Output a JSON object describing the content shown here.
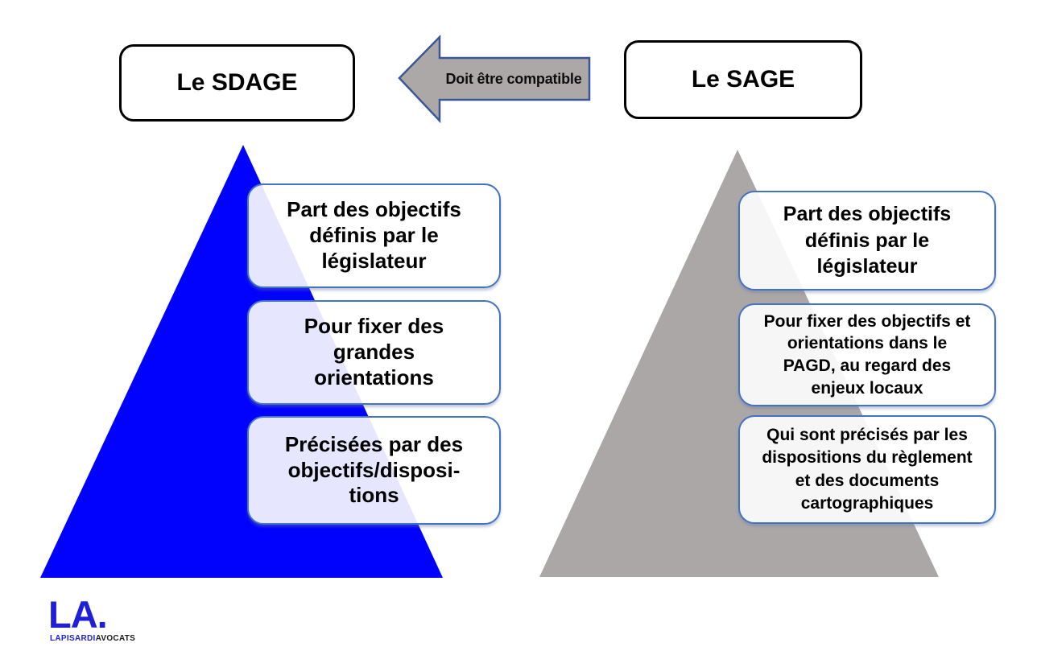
{
  "titles": {
    "left": "Le SDAGE",
    "right": "Le SAGE"
  },
  "arrow": {
    "label": "Doit être compatible",
    "direction": "left",
    "fill_color": "#ACA8A8",
    "border_color": "#3A5795"
  },
  "left_pyramid": {
    "name": "SDAGE",
    "color": "#0101FE",
    "boxes": [
      {
        "lines": [
          "Part des objectifs",
          "définis par le",
          "législateur"
        ]
      },
      {
        "lines": [
          "Pour fixer des",
          "grandes",
          "orientations"
        ]
      },
      {
        "lines": [
          "Précisées par des",
          "objectifs/disposi-",
          "tions"
        ]
      }
    ]
  },
  "right_pyramid": {
    "name": "SAGE",
    "color": "#ABA7A7",
    "boxes": [
      {
        "lines": [
          "Part des objectifs",
          "définis par le",
          "législateur"
        ]
      },
      {
        "lines": [
          "Pour fixer des objectifs et",
          "orientations dans le",
          "PAGD, au regard des",
          "enjeux locaux"
        ]
      },
      {
        "lines": [
          "Qui sont précisés par les",
          "dispositions du règlement",
          "et des documents",
          "cartographiques"
        ]
      }
    ]
  },
  "logo": {
    "mark": "LA.",
    "firm": "LAPISARDI",
    "suffix": "AVOCATS",
    "blue": "#1F1FD9"
  },
  "colors": {
    "callout_border": "#4472C4",
    "callout_fill": "#FFFFFF",
    "title_border": "#000000",
    "background": "#FFFFFF"
  }
}
